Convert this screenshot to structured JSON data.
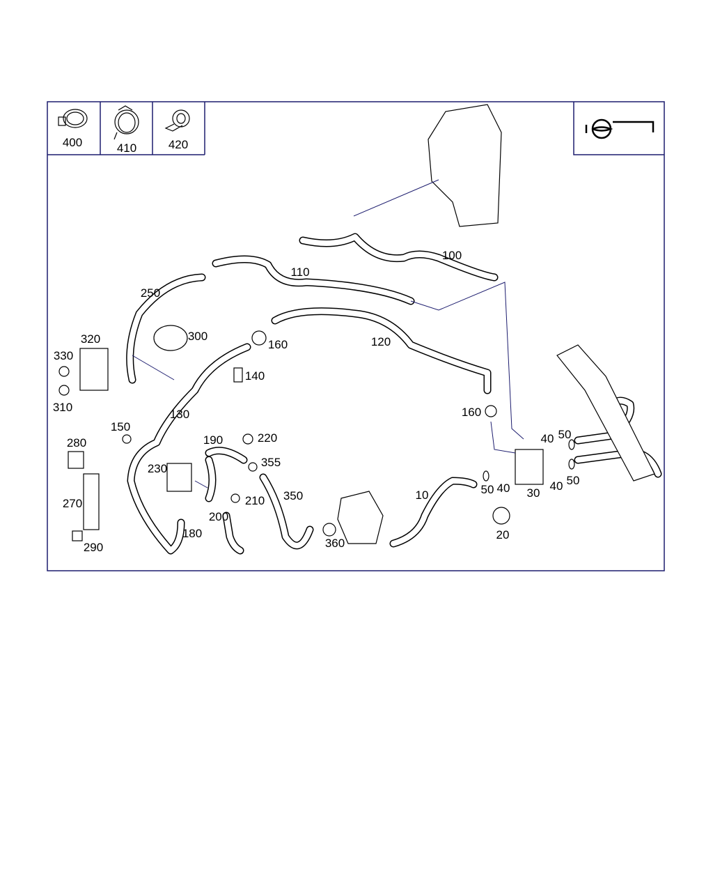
{
  "legend_parts": [
    {
      "number": "400",
      "icon": "hose-clamp-screw-icon"
    },
    {
      "number": "410",
      "icon": "spring-hose-clamp-icon"
    },
    {
      "number": "420",
      "icon": "p-clip-icon"
    }
  ],
  "orientation_icon": "steering-wheel-lhd-icon",
  "callouts": [
    "100",
    "110",
    "250",
    "300",
    "320",
    "160",
    "120",
    "330",
    "140",
    "310",
    "130",
    "160",
    "150",
    "280",
    "190",
    "220",
    "40",
    "50",
    "230",
    "355",
    "50",
    "40",
    "40",
    "50",
    "10",
    "30",
    "270",
    "350",
    "210",
    "200",
    "180",
    "20",
    "360",
    "290"
  ],
  "colors": {
    "frame": "#1c1c6e",
    "line": "#000000"
  }
}
